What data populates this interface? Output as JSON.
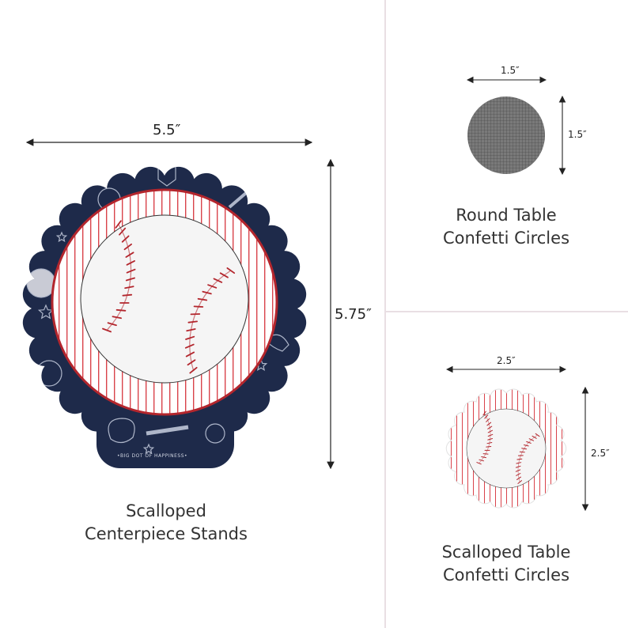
{
  "centerpiece": {
    "width_label": "5.5″",
    "height_label": "5.75″",
    "brand_text": "•BIG DOT OF HAPPINESS•",
    "caption_line1": "Scalloped",
    "caption_line2": "Centerpiece Stands"
  },
  "round_confetti": {
    "width_label": "1.5″",
    "height_label": "1.5″",
    "caption_line1": "Round Table",
    "caption_line2": "Confetti Circles"
  },
  "scalloped_confetti": {
    "width_label": "2.5″",
    "height_label": "2.5″",
    "caption_line1": "Scalloped Table",
    "caption_line2": "Confetti Circles"
  },
  "colors": {
    "navy": "#1e2a4a",
    "red": "#b3262d",
    "stripe_red": "#d9434b",
    "paper": "#f5f5f5",
    "grey_circle": "#6b6b6b"
  },
  "icons": [
    "arrow-double-icon",
    "baseball-icon",
    "star-icon",
    "baseball-bat-icon",
    "baseball-cap-icon",
    "catcher-mitt-icon",
    "home-plate-icon"
  ]
}
